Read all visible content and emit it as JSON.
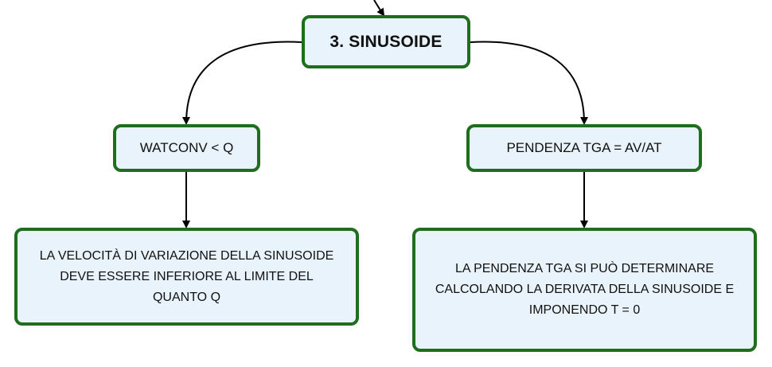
{
  "diagram": {
    "root": {
      "label": "3. SINUSOIDE"
    },
    "left_branch": {
      "label": "WATCONV < Q",
      "detail": "LA VELOCITÀ DI VARIAZIONE DELLA SINUSOIDE DEVE ESSERE INFERIORE AL LIMITE DEL QUANTO Q"
    },
    "right_branch": {
      "label": "PENDENZA TGA = AV/AT",
      "detail": "LA PENDENZA TGA SI PUÒ DETERMINARE CALCOLANDO LA DERIVATA DELLA SINUSOIDE E IMPONENDO T = 0"
    }
  },
  "colors": {
    "node_border": "#1e6e1e",
    "node_fill": "#e9f3fb",
    "connector": "#000000"
  }
}
